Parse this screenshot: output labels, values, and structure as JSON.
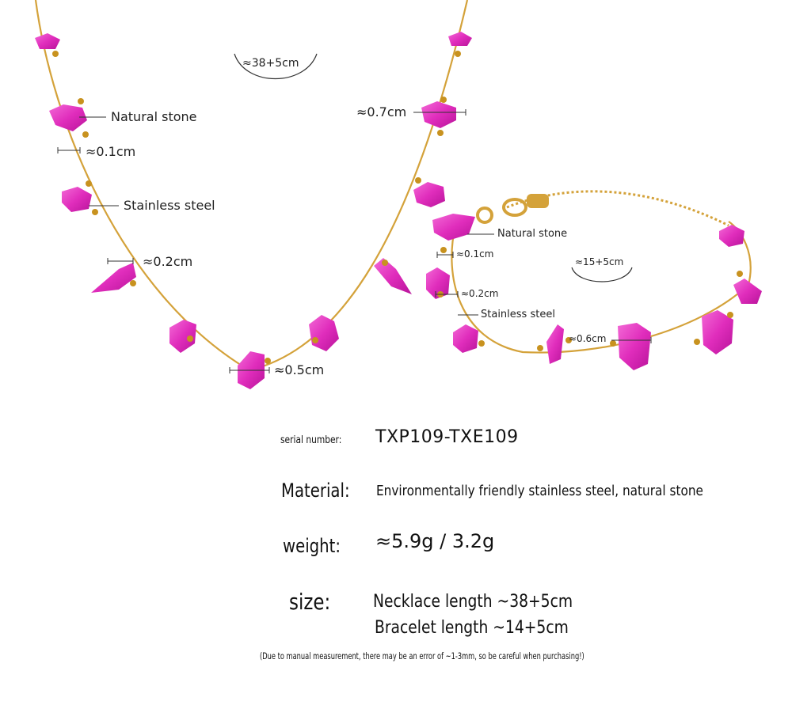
{
  "necklace": {
    "length_label": "≈38+5cm",
    "stone_label": "Natural stone",
    "stone_gap": "≈0.1cm",
    "steel_label": "Stainless steel",
    "bead_size": "≈0.2cm",
    "chain_width": "≈0.5cm",
    "stone_size": "≈0.7cm"
  },
  "bracelet": {
    "length_label": "≈15+5cm",
    "stone_label": "Natural stone",
    "stone_gap": "≈0.1cm",
    "bead_size": "≈0.2cm",
    "steel_label": "Stainless steel",
    "stone_size": "≈0.6cm"
  },
  "specs": {
    "serial_key": "serial number:",
    "serial_value": "TXP109-TXE109",
    "material_key": "Material:",
    "material_value": "Environmentally friendly stainless steel, natural stone",
    "weight_key": "weight:",
    "weight_value": "≈5.9g / 3.2g",
    "size_key": "size:",
    "size_necklace": "Necklace length ~38+5cm",
    "size_bracelet": "Bracelet length ~14+5cm",
    "disclaimer": "(Due to manual measurement, there may be an error of ~1-3mm, so be careful when purchasing!)"
  },
  "colors": {
    "stone": "#e62dc4",
    "gold": "#d4a23a",
    "ink": "#222222"
  }
}
